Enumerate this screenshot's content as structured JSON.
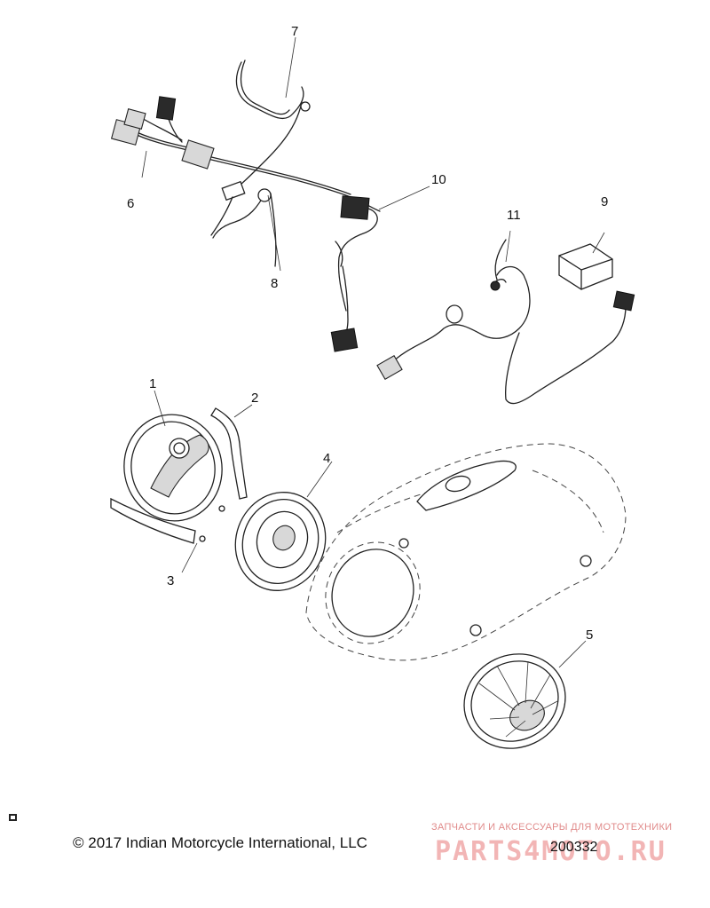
{
  "callouts": {
    "c1": "1",
    "c2": "2",
    "c3": "3",
    "c4": "4",
    "c5": "5",
    "c6": "6",
    "c7": "7",
    "c8": "8",
    "c9": "9",
    "c10": "10",
    "c11": "11"
  },
  "footer": {
    "copyright": "© 2017 Indian Motorcycle International, LLC",
    "drawing_number": "200332"
  },
  "watermark": {
    "tagline": "ЗАПЧАСТИ И АКСЕССУАРЫ ДЛЯ МОТОТЕХНИКИ",
    "logo": "PARTS4MOTO.RU"
  },
  "colors": {
    "line": "#222222",
    "watermark": "#f0a9a9"
  }
}
